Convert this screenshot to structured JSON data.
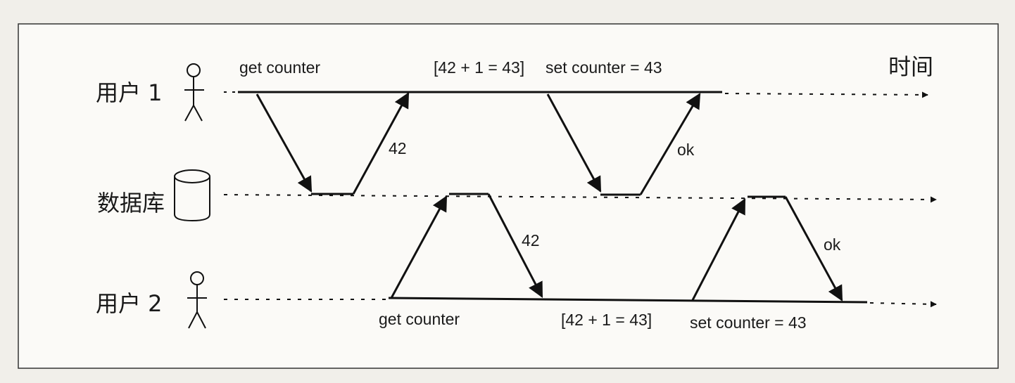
{
  "diagram": {
    "time_label": "时间",
    "actors": {
      "user1": {
        "label": "用户 1",
        "icon": "stick-figure-icon"
      },
      "database": {
        "label": "数据库",
        "icon": "database-cylinder-icon"
      },
      "user2": {
        "label": "用户 2",
        "icon": "stick-figure-icon"
      }
    },
    "user1_steps": {
      "get": "get counter",
      "compute": "[42 + 1 = 43]",
      "set": "set counter = 43"
    },
    "user2_steps": {
      "get": "get counter",
      "compute": "[42 + 1 = 43]",
      "set": "set counter = 43"
    },
    "responses": {
      "user1_read": "42",
      "user1_write": "ok",
      "user2_read": "42",
      "user2_write": "ok"
    }
  }
}
